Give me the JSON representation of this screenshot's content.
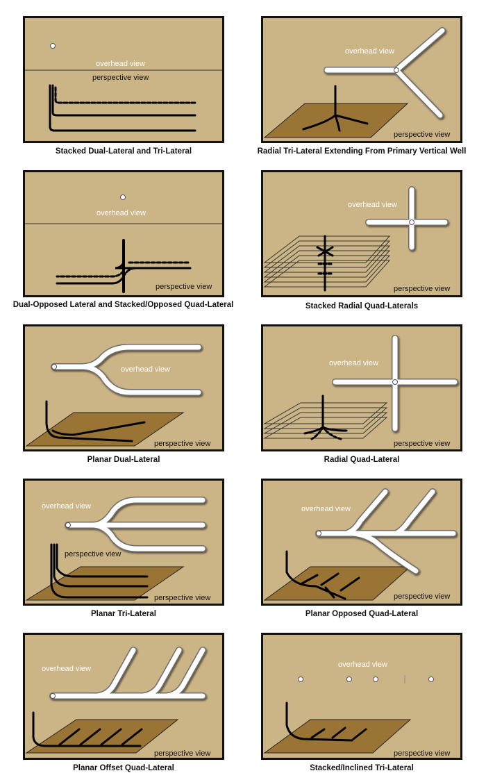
{
  "labels": {
    "overhead": "overhead view",
    "perspective": "perspective view"
  },
  "captions": [
    "Stacked Dual-Lateral and Tri-Lateral",
    "Radial Tri-Lateral Extending From Primary Vertical Well",
    "Dual-Opposed Lateral and Stacked/Opposed Quad-Lateral",
    "Stacked Radial Quad-Laterals",
    "Planar Dual-Lateral",
    "Radial Quad-Lateral",
    "Planar Tri-Lateral",
    "Planar Opposed Quad-Lateral",
    "Planar Offset Quad-Lateral",
    "Stacked/Inclined Tri-Lateral"
  ],
  "colors": {
    "panel_bg": "#cbb486",
    "ground": "#9a7434",
    "border": "#111111",
    "pipe": "#ffffff"
  }
}
